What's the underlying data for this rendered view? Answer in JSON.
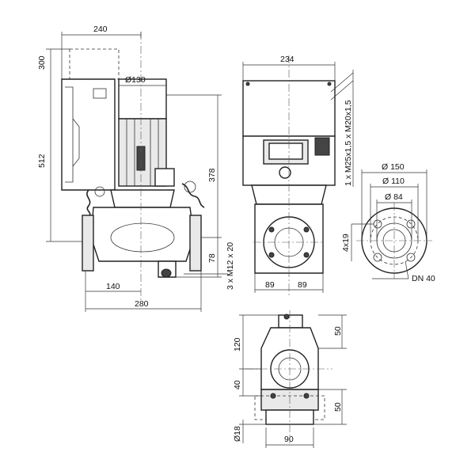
{
  "dimensions": {
    "width_overall": "240",
    "height_top": "300",
    "diameter_motor": "Ø130",
    "height_total": "512",
    "height_shaft": "378",
    "height_base": "78",
    "holes_feet": "3 x M12 x 20",
    "half_width": "140",
    "install_length": "280",
    "box_width": "234",
    "cable_glands": "1 x M25x1,5 x M20x1,5",
    "half_a": "89",
    "half_b": "89",
    "flange_outer": "Ø 150",
    "flange_pitch": "Ø 110",
    "flange_inner": "Ø 84",
    "flange_holes": "4x19",
    "nominal": "DN 40",
    "top_50": "50",
    "top_120": "120",
    "left_40": "40",
    "bottom_50": "50",
    "foot_hole": "Ø18",
    "foot_width": "90"
  }
}
